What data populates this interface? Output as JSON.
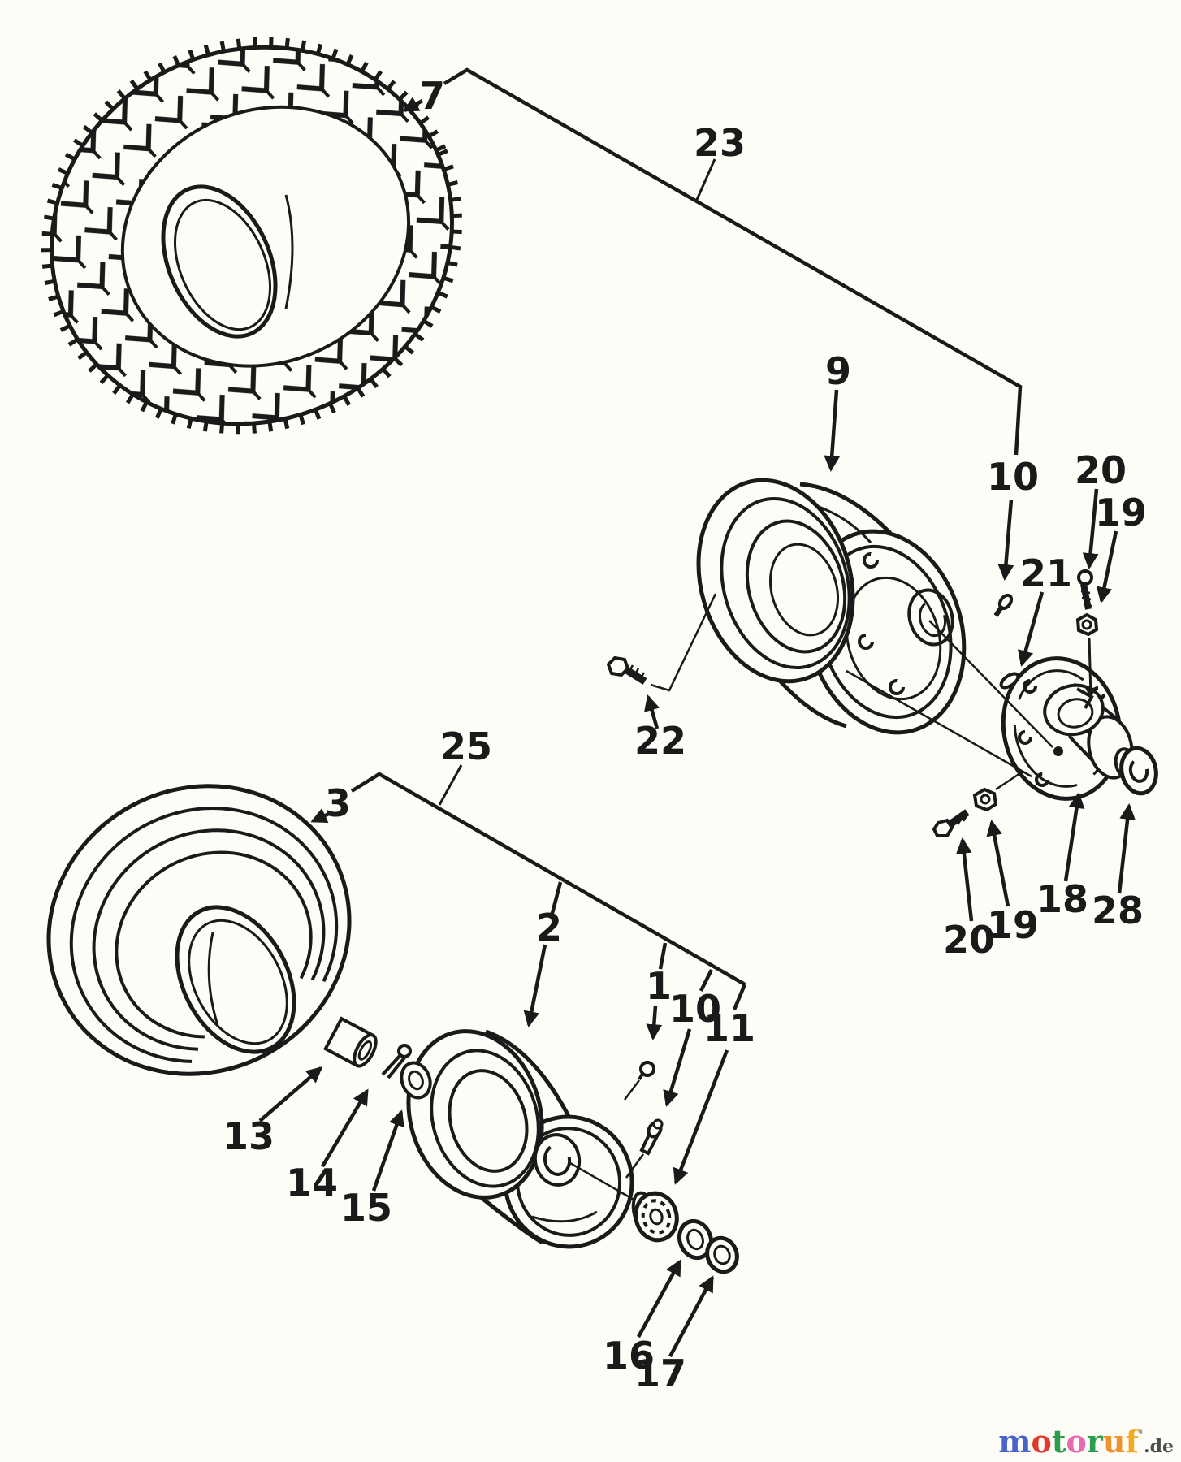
{
  "canvas": {
    "background": "#fdfcf6",
    "ink": "#1a1a1a"
  },
  "callouts": [
    {
      "id": "7",
      "label": "7"
    },
    {
      "id": "23",
      "label": "23"
    },
    {
      "id": "9",
      "label": "9"
    },
    {
      "id": "10-upper",
      "label": "10"
    },
    {
      "id": "20-upper",
      "label": "20"
    },
    {
      "id": "19-upper",
      "label": "19"
    },
    {
      "id": "21",
      "label": "21"
    },
    {
      "id": "22",
      "label": "22"
    },
    {
      "id": "25",
      "label": "25"
    },
    {
      "id": "3",
      "label": "3"
    },
    {
      "id": "2",
      "label": "2"
    },
    {
      "id": "1",
      "label": "1"
    },
    {
      "id": "10-lower",
      "label": "10"
    },
    {
      "id": "11",
      "label": "11"
    },
    {
      "id": "13",
      "label": "13"
    },
    {
      "id": "14",
      "label": "14"
    },
    {
      "id": "15",
      "label": "15"
    },
    {
      "id": "16",
      "label": "16"
    },
    {
      "id": "17",
      "label": "17"
    },
    {
      "id": "20-lower",
      "label": "20"
    },
    {
      "id": "19-lower",
      "label": "19"
    },
    {
      "id": "18",
      "label": "18"
    },
    {
      "id": "28",
      "label": "28"
    }
  ],
  "watermark": {
    "letters": [
      {
        "ch": "m",
        "color": "#4a63c8"
      },
      {
        "ch": "o",
        "color": "#e03a2b"
      },
      {
        "ch": "t",
        "color": "#2e9c4d"
      },
      {
        "ch": "o",
        "color": "#e46ab2"
      },
      {
        "ch": "r",
        "color": "#2e9c4d"
      },
      {
        "ch": "u",
        "color": "#f0922b"
      },
      {
        "ch": "f",
        "color": "#f3a81f"
      }
    ],
    "tick": "'",
    "tick_color": "#9a9a9a",
    "suffix": ".de",
    "suffix_color": "#4d4d4d"
  }
}
